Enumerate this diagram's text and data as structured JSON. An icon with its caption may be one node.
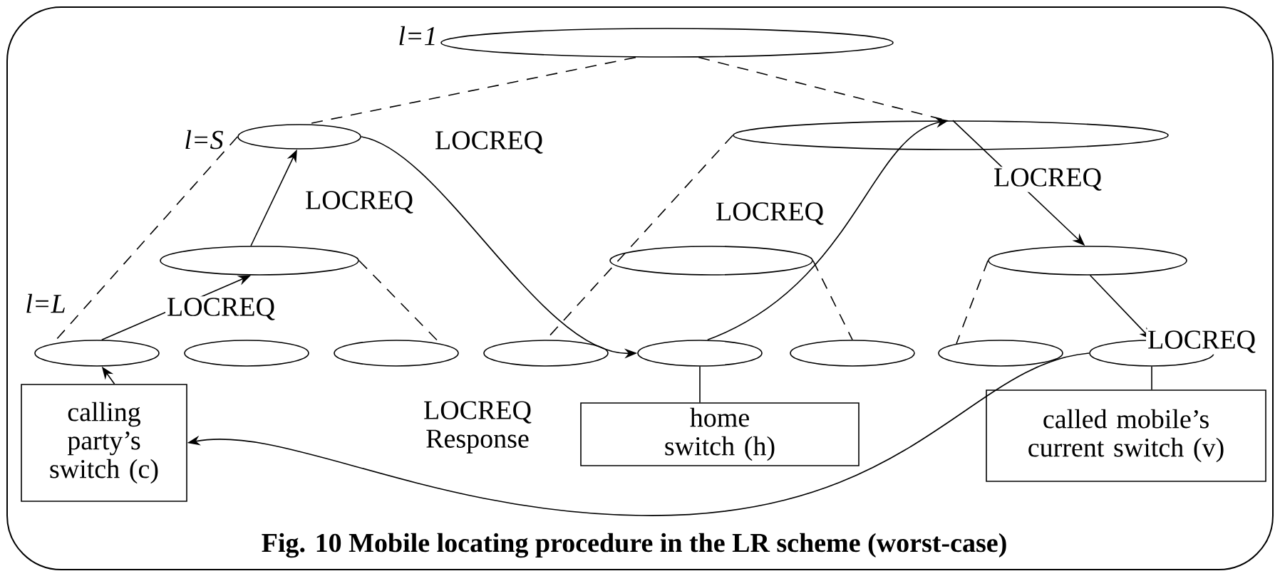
{
  "diagram": {
    "caption": "Fig. 10  Mobile locating procedure in the LR scheme (worst-case)",
    "nodes": [
      {
        "text": [],
        "shape": "ellipse"
      },
      {
        "text": [],
        "shape": "ellipse"
      },
      {
        "text": [],
        "shape": "ellipse"
      },
      {
        "text": [],
        "shape": "ellipse"
      },
      {
        "text": [],
        "shape": "ellipse"
      },
      {
        "text": [],
        "shape": "ellipse"
      },
      {
        "text": [],
        "shape": "ellipse"
      },
      {
        "text": [],
        "shape": "ellipse"
      },
      {
        "text": [],
        "shape": "ellipse"
      },
      {
        "text": [],
        "shape": "ellipse"
      },
      {
        "text": [],
        "shape": "ellipse"
      },
      {
        "text": [],
        "shape": "ellipse"
      },
      {
        "text": [],
        "shape": "ellipse"
      },
      {
        "text": [],
        "shape": "ellipse"
      },
      {
        "text": [
          "calling party’s switch (c)"
        ]
      },
      {
        "text": [
          "home switch (h)"
        ]
      },
      {
        "text": [
          "called mobile’s current switch (v)"
        ]
      }
    ],
    "edges": [
      {
        "from": 14,
        "to": 6,
        "arrow": "to"
      },
      {
        "from": 6,
        "to": 3,
        "arrow": "to",
        "label": "LOCREQ"
      },
      {
        "from": 3,
        "to": 1,
        "arrow": "to",
        "label": "LOCREQ"
      },
      {
        "from": 1,
        "to": 10,
        "arrow": "to",
        "label": "LOCREQ"
      },
      {
        "from": 10,
        "to": 2,
        "arrow": "to",
        "label": "LOCREQ"
      },
      {
        "from": 2,
        "to": 5,
        "arrow": "to",
        "label": "LOCREQ"
      },
      {
        "from": 5,
        "to": 13,
        "arrow": "to",
        "label": "LOCREQ"
      },
      {
        "from": 10,
        "to": 15,
        "arrow": "none"
      },
      {
        "from": 13,
        "to": 16,
        "arrow": "none"
      },
      {
        "from": 13,
        "to": 14,
        "arrow": "to",
        "label": "LOCREQ Response"
      },
      {
        "from": 0,
        "to": 1,
        "arrow": "none",
        "style": "dashed"
      },
      {
        "from": 0,
        "to": 2,
        "arrow": "none",
        "style": "dashed"
      },
      {
        "from": 1,
        "to": 6,
        "arrow": "none",
        "style": "dashed"
      },
      {
        "from": 3,
        "to": 8,
        "arrow": "none",
        "style": "dashed"
      },
      {
        "from": 2,
        "to": 9,
        "arrow": "none",
        "style": "dashed"
      },
      {
        "from": 4,
        "to": 11,
        "arrow": "none",
        "style": "dashed"
      },
      {
        "from": 5,
        "to": 12,
        "arrow": "none",
        "style": "dashed"
      }
    ],
    "labels": [
      "l=1",
      "l=S",
      "l=L"
    ]
  }
}
